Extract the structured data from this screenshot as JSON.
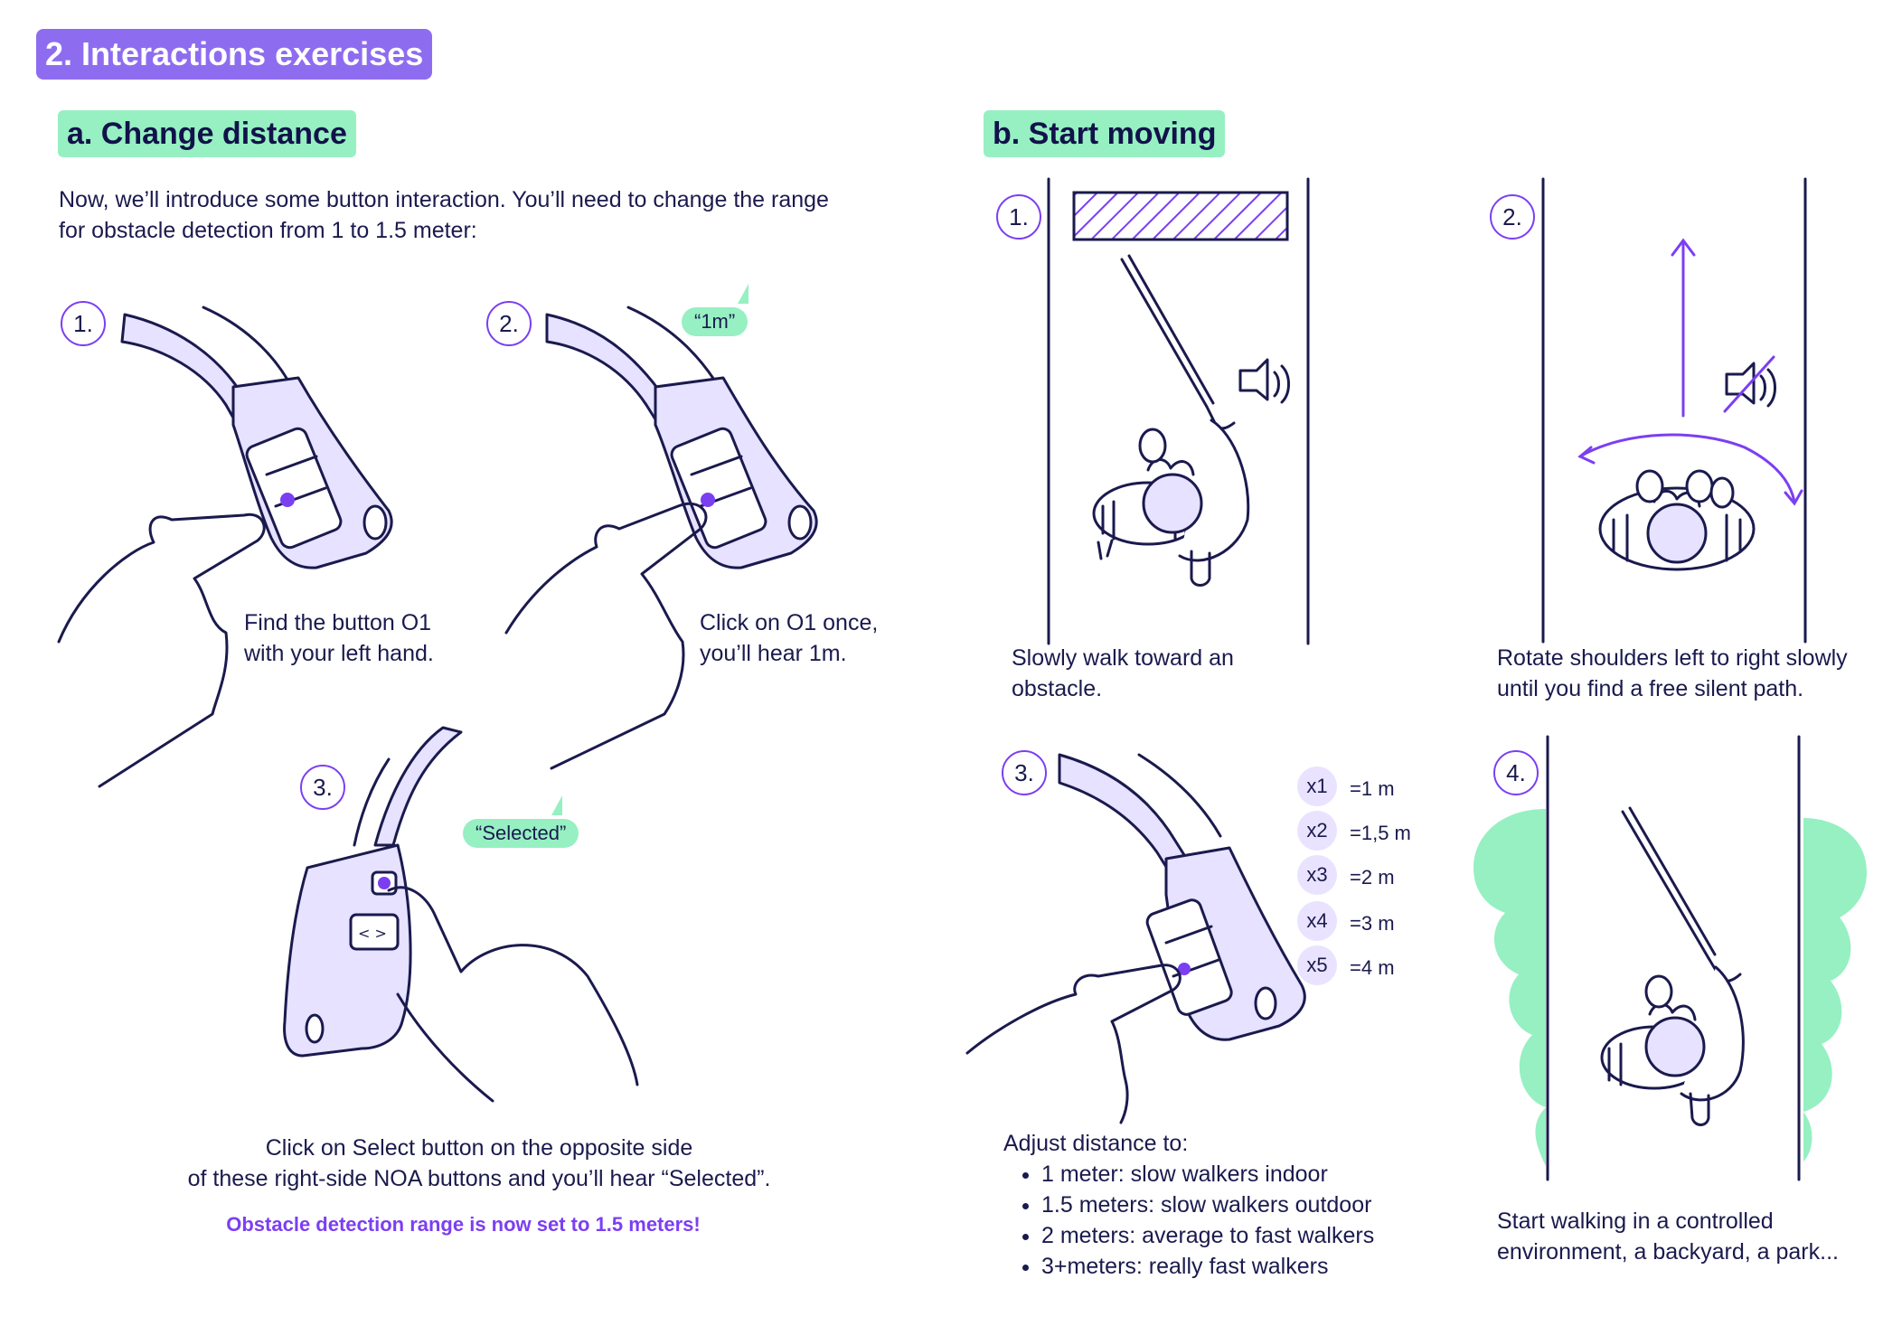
{
  "header": {
    "title": "2. Interactions exercises"
  },
  "section_a": {
    "title": "a. Change distance",
    "intro_line1": "Now, we’ll introduce some button interaction. You’ll need to change the range",
    "intro_line2": "for obstacle detection from 1 to 1.5 meter:",
    "steps": [
      {
        "number": "1.",
        "line1": "Find the button O1",
        "line2": "with your left hand."
      },
      {
        "number": "2.",
        "line1": "Click on O1 once,",
        "line2": "you’ll hear 1m.",
        "bubble": "“1m”"
      },
      {
        "number": "3.",
        "line1": "Click on Select button on the opposite side",
        "line2": "of these right-side NOA buttons and you’ll hear “Selected”.",
        "bubble": "“Selected”"
      }
    ],
    "result": "Obstacle detection range is now set to 1.5 meters!"
  },
  "section_b": {
    "title": "b. Start moving",
    "steps": [
      {
        "number": "1.",
        "line1": "Slowly walk toward an",
        "line2": "obstacle."
      },
      {
        "number": "2.",
        "line1": "Rotate shoulders left to right slowly",
        "line2": "until you find a free silent path."
      },
      {
        "number": "3.",
        "caption": "Adjust distance to:"
      },
      {
        "number": "4.",
        "line1": "Start walking in a controlled",
        "line2": "environment, a backyard, a park..."
      }
    ],
    "presses": [
      {
        "badge": "x1",
        "value": "=1 m"
      },
      {
        "badge": "x2",
        "value": "=1,5 m"
      },
      {
        "badge": "x3",
        "value": "=2 m"
      },
      {
        "badge": "x4",
        "value": "=3 m"
      },
      {
        "badge": "x5",
        "value": "=4 m"
      }
    ],
    "bullets": [
      "1 meter: slow walkers indoor",
      "1.5 meters: slow walkers outdoor",
      "2 meters: average to fast walkers",
      "3+meters: really fast walkers"
    ]
  },
  "colors": {
    "accent_purple": "#7b3ff2",
    "title_purple": "#8e6cf0",
    "mint": "#96f0c2",
    "ink": "#1a1a4e",
    "device_fill": "#e6e2ff"
  }
}
